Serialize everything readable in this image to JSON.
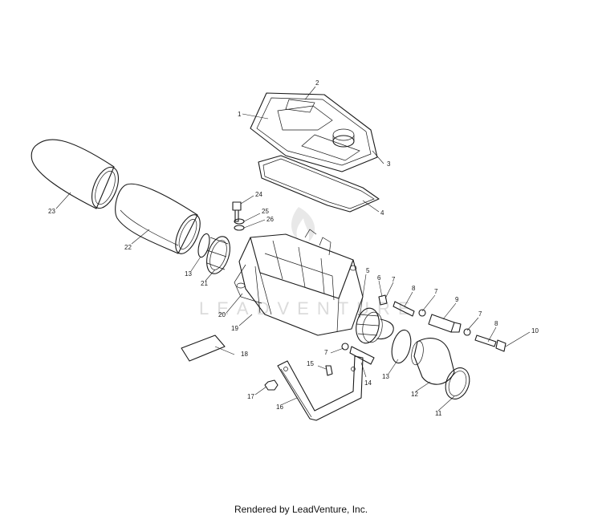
{
  "callouts": [
    "1",
    "2",
    "3",
    "4",
    "5",
    "6",
    "7",
    "7",
    "7",
    "7",
    "8",
    "8",
    "9",
    "10",
    "11",
    "12",
    "13",
    "13",
    "14",
    "15",
    "16",
    "17",
    "18",
    "19",
    "20",
    "21",
    "22",
    "23",
    "24",
    "25",
    "26"
  ],
  "watermark": "LEADVENTURE",
  "footer": "Rendered by LeadVenture, Inc."
}
